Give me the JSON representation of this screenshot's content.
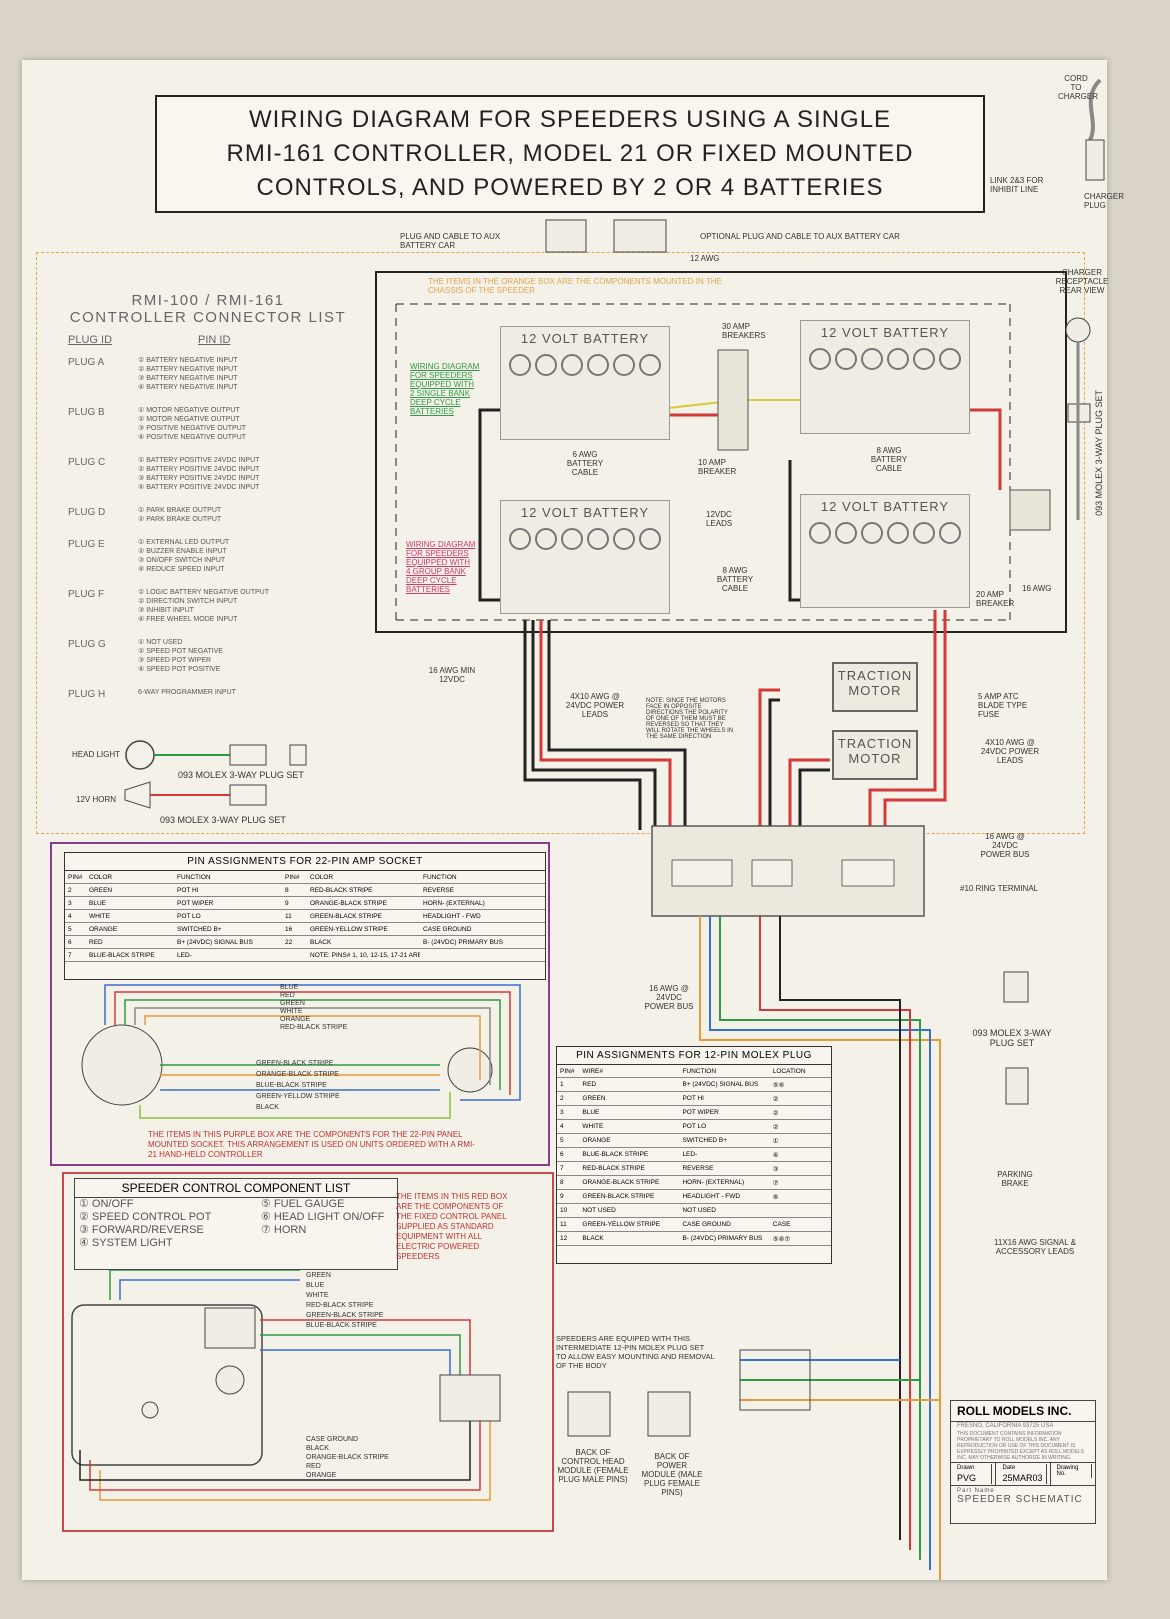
{
  "title": {
    "line1": "WIRING DIAGRAM FOR SPEEDERS USING A SINGLE",
    "line2": "RMI-161 CONTROLLER, MODEL 21 OR FIXED MOUNTED",
    "line3": "CONTROLS, AND POWERED BY 2 OR 4 BATTERIES"
  },
  "connector_list": {
    "title1": "RMI-100 / RMI-161",
    "title2": "CONTROLLER CONNECTOR LIST",
    "col_plug": "PLUG ID",
    "col_pin": "PIN ID",
    "plugs": [
      {
        "id": "PLUG A",
        "pins": [
          "① BATTERY NEGATIVE INPUT",
          "② BATTERY NEGATIVE INPUT",
          "③ BATTERY NEGATIVE INPUT",
          "④ BATTERY NEGATIVE INPUT"
        ]
      },
      {
        "id": "PLUG B",
        "pins": [
          "① MOTOR NEGATIVE OUTPUT",
          "② MOTOR NEGATIVE OUTPUT",
          "③ POSITIVE NEGATIVE OUTPUT",
          "④ POSITIVE NEGATIVE OUTPUT"
        ]
      },
      {
        "id": "PLUG C",
        "pins": [
          "① BATTERY POSITIVE 24VDC INPUT",
          "② BATTERY POSITIVE 24VDC INPUT",
          "③ BATTERY POSITIVE 24VDC INPUT",
          "④ BATTERY POSITIVE 24VDC INPUT"
        ]
      },
      {
        "id": "PLUG D",
        "pins": [
          "① PARK BRAKE OUTPUT",
          "② PARK BRAKE OUTPUT"
        ]
      },
      {
        "id": "PLUG E",
        "pins": [
          "① EXTERNAL LED OUTPUT",
          "② BUZZER ENABLE INPUT",
          "③ ON/OFF SWITCH INPUT",
          "④ REDUCE SPEED INPUT"
        ]
      },
      {
        "id": "PLUG F",
        "pins": [
          "① LOGIC BATTERY NEGATIVE OUTPUT",
          "② DIRECTION SWITCH INPUT",
          "③ INHIBIT INPUT",
          "④ FREE WHEEL MODE INPUT"
        ]
      },
      {
        "id": "PLUG G",
        "pins": [
          "① NOT USED",
          "② SPEED POT NEGATIVE",
          "③ SPEED POT WIPER",
          "④ SPEED POT POSITIVE"
        ]
      },
      {
        "id": "PLUG H",
        "pins": [
          "6-WAY PROGRAMMER INPUT"
        ]
      }
    ]
  },
  "batteries": {
    "label": "12 VOLT BATTERY"
  },
  "motors": {
    "label": "TRACTION MOTOR"
  },
  "labels": {
    "orange_note": "THE ITEMS IN THE ORANGE BOX ARE THE COMPONENTS MOUNTED IN THE CHASSIS OF THE SPEEDER",
    "two_bat": "WIRING DIAGRAM FOR SPEEDERS EQUIPPED WITH 2 SINGLE BANK DEEP CYCLE BATTERIES",
    "four_bat": "WIRING DIAGRAM FOR SPEEDERS EQUIPPED WITH 4 GROUP BANK DEEP CYCLE BATTERIES",
    "breakers30": "30 AMP BREAKERS",
    "breaker10": "10 AMP BREAKER",
    "cable6": "6 AWG BATTERY CABLE",
    "cable8": "8 AWG BATTERY CABLE",
    "leads12": "12Vdc LEADS",
    "aux_plug": "PLUG AND CABLE TO AUX BATTERY CAR",
    "opt_plug": "OPTIONAL PLUG AND CABLE TO AUX BATTERY CAR",
    "awg12": "12 AWG",
    "cord": "CORD TO CHARGER",
    "link": "LINK 2&3 FOR INHIBIT LINE",
    "charger_plug": "CHARGER PLUG",
    "charger_recept": "CHARGER RECEPTACLE REAR VIEW",
    "molex_set": "093 MOLEX 3-WAY PLUG SET",
    "power_leads": "4x10 AWG @ 24Vdc POWER LEADS",
    "motor_note": "NOTE: SINCE THE MOTORS FACE IN OPPOSITE DIRECTIONS THE POLARITY OF ONE OF THEM MUST BE REVERSED SO THAT THEY WILL ROTATE THE WHEELS IN THE SAME DIRECTION",
    "fuse": "5 AMP ATC BLADE TYPE FUSE",
    "power_bus": "16 AWG @ 24Vdc POWER BUS",
    "ring": "#10 RING TERMINAL",
    "min16": "16 AWG MIN 12Vdc",
    "head_light": "HEAD LIGHT",
    "horn": "12V HORN",
    "molex_plug_set": "093 MOLEX 3-WAY PLUG SET",
    "parking_brake": "PARKING BRAKE",
    "signal_leads": "11x16 AWG SIGNAL & ACCESSORY LEADS",
    "amp_breaker20": "20 AMP BREAKER",
    "awg16": "16 AWG"
  },
  "amp22": {
    "title": "PIN ASSIGNMENTS FOR 22-PIN AMP SOCKET",
    "headers": [
      "PIN#",
      "COLOR",
      "FUNCTION",
      "PIN#",
      "COLOR",
      "FUNCTION"
    ],
    "rows": [
      [
        "2",
        "GREEN",
        "POT HI",
        "8",
        "RED-BLACK STRIPE",
        "REVERSE"
      ],
      [
        "3",
        "BLUE",
        "POT WIPER",
        "9",
        "ORANGE-BLACK STRIPE",
        "HORN- (EXTERNAL)"
      ],
      [
        "4",
        "WHITE",
        "POT LO",
        "11",
        "GREEN-BLACK STRIPE",
        "HEADLIGHT - FWD"
      ],
      [
        "5",
        "ORANGE",
        "SWITCHED B+",
        "16",
        "GREEN-YELLOW STRIPE",
        "CASE GROUND"
      ],
      [
        "6",
        "RED",
        "B+ (24Vdc) SIGNAL BUS",
        "22",
        "BLACK",
        "B- (24Vdc) PRIMARY BUS"
      ],
      [
        "7",
        "BLUE-BLACK STRIPE",
        "LED-",
        "",
        "NOTE: PINS# 1, 10, 12-15, 17-21 ARE NOT USED",
        ""
      ]
    ]
  },
  "purple_note": "THE ITEMS IN THIS PURPLE BOX ARE THE COMPONENTS FOR THE 22-PIN PANEL MOUNTED SOCKET. THIS ARRANGEMENT IS USED ON UNITS ORDERED WITH A RMI-21 HAND-HELD CONTROLLER",
  "red_note": "THE ITEMS IN THIS RED BOX ARE THE COMPONENTS OF THE FIXED CONTROL PANEL SUPPLIED AS STANDARD EQUIPMENT WITH ALL ELECTRIC POWERED SPEEDERS",
  "wires_top": [
    "BLUE",
    "RED",
    "GREEN",
    "WHITE",
    "ORANGE",
    "RED-BLACK STRIPE"
  ],
  "wires_mid": [
    "GREEN-BLACK STRIPE",
    "ORANGE-BLACK STRIPE",
    "BLUE-BLACK STRIPE",
    "GREEN-YELLOW STRIPE",
    "BLACK"
  ],
  "comp_list": {
    "title": "SPEEDER CONTROL COMPONENT LIST",
    "left": [
      "① ON/OFF",
      "② SPEED CONTROL POT",
      "③ FORWARD/REVERSE",
      "④ SYSTEM LIGHT"
    ],
    "right": [
      "⑤ FUEL GAUGE",
      "⑥ HEAD LIGHT ON/OFF",
      "⑦ HORN"
    ]
  },
  "panel_wires": [
    "GREEN",
    "BLUE",
    "WHITE",
    "RED-BLACK STRIPE",
    "GREEN-BLACK STRIPE",
    "BLUE-BLACK STRIPE"
  ],
  "panel_wires_bottom": [
    "CASE GROUND",
    "BLACK",
    "ORANGE-BLACK STRIPE",
    "RED",
    "ORANGE"
  ],
  "molex12": {
    "title": "PIN ASSIGNMENTS FOR 12-PIN MOLEX PLUG",
    "headers": [
      "PIN#",
      "WIRE#",
      "FUNCTION",
      "LOCATION"
    ],
    "rows": [
      [
        "1",
        "RED",
        "B+ (24Vdc) SIGNAL BUS",
        "⑤⑥"
      ],
      [
        "2",
        "GREEN",
        "POT HI",
        "②"
      ],
      [
        "3",
        "BLUE",
        "POT WIPER",
        "②"
      ],
      [
        "4",
        "WHITE",
        "POT LO",
        "②"
      ],
      [
        "5",
        "ORANGE",
        "SWITCHED B+",
        "①"
      ],
      [
        "6",
        "BLUE-BLACK STRIPE",
        "LED-",
        "④"
      ],
      [
        "7",
        "RED-BLACK STRIPE",
        "REVERSE",
        "③"
      ],
      [
        "8",
        "ORANGE-BLACK STRIPE",
        "HORN- (EXTERNAL)",
        "⑦"
      ],
      [
        "9",
        "GREEN-BLACK STRIPE",
        "HEADLIGHT - FWD",
        "⑥"
      ],
      [
        "10",
        "NOT USED",
        "NOT USED",
        ""
      ],
      [
        "11",
        "GREEN-YELLOW STRIPE",
        "CASE GROUND",
        "CASE"
      ],
      [
        "12",
        "BLACK",
        "B- (24Vdc) PRIMARY BUS",
        "⑤⑥⑦"
      ]
    ]
  },
  "intermediate_note": "SPEEDERS ARE EQUIPED WITH THIS INTERMEDIATE 12-PIN MOLEX PLUG SET TO ALLOW EASY MOUNTING AND REMOVAL OF THE BODY",
  "back_control": "BACK OF CONTROL HEAD MODULE (FEMALE PLUG MALE PINS)",
  "back_power": "BACK OF POWER MODULE (MALE PLUG FEMALE PINS)",
  "company": {
    "name": "ROLL MODELS INC.",
    "city": "FRESNO, CALIFORNIA 93725 USA",
    "notice": "This document contains information proprietary to Roll Models Inc. Any reproduction or use of this document is expressly prohibited except as Roll Models Inc. may otherwise authorize in writing.",
    "drawn_label": "Drawn",
    "drawn": "PVG",
    "date_label": "Date",
    "date": "25MAR03",
    "dwg_label": "Drawing No.",
    "part_label": "Part Name",
    "part": "SPEEDER SCHEMATIC"
  },
  "colors": {
    "red": "#d23a3a",
    "black": "#222222",
    "green": "#2e9a44",
    "blue": "#3a6fd0",
    "orange": "#e69a3a",
    "purple": "#8a3a8a",
    "yellow": "#d8c83a"
  }
}
